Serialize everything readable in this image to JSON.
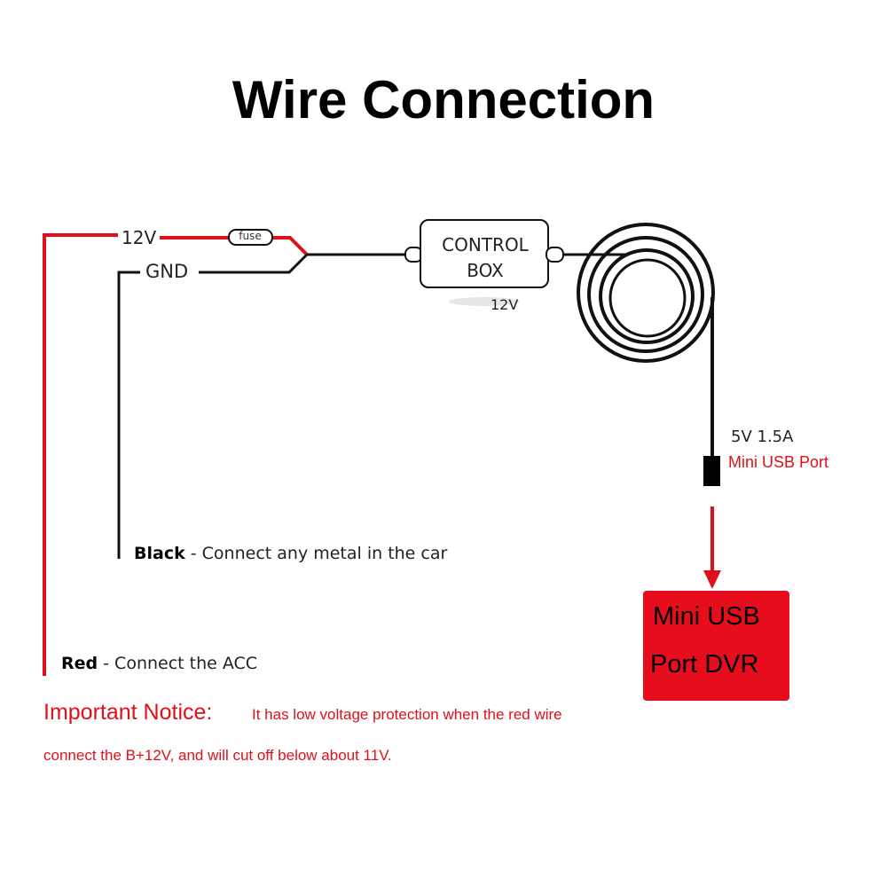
{
  "title": "Wire Connection",
  "wires": {
    "red_label": "12V",
    "black_label": "GND",
    "fuse_label": "fuse"
  },
  "control_box": {
    "line1": "CONTROL",
    "line2": "BOX",
    "voltage": "12V"
  },
  "output": {
    "voltage": "5V 1.5A",
    "port_label": "Mini USB Port"
  },
  "dvr": {
    "line1": "Mini USB",
    "line2": "Port DVR"
  },
  "notes": {
    "black_name": "Black",
    "black_text": " - Connect any metal in the car",
    "red_name": "Red",
    "red_text": " - Connect the ACC"
  },
  "notice": {
    "heading": "Important Notice:",
    "line1": "It has low voltage protection when the red wire",
    "line2": "connect the B+12V, and will cut off below about 11V."
  },
  "colors": {
    "red_wire": "#e0101a",
    "black_wire": "#111111",
    "dvr_box": "#e60e1c"
  },
  "icons": {
    "fuse": "fuse-icon",
    "connector": "mini-usb-plug-icon",
    "arrow": "arrow-down-icon"
  }
}
